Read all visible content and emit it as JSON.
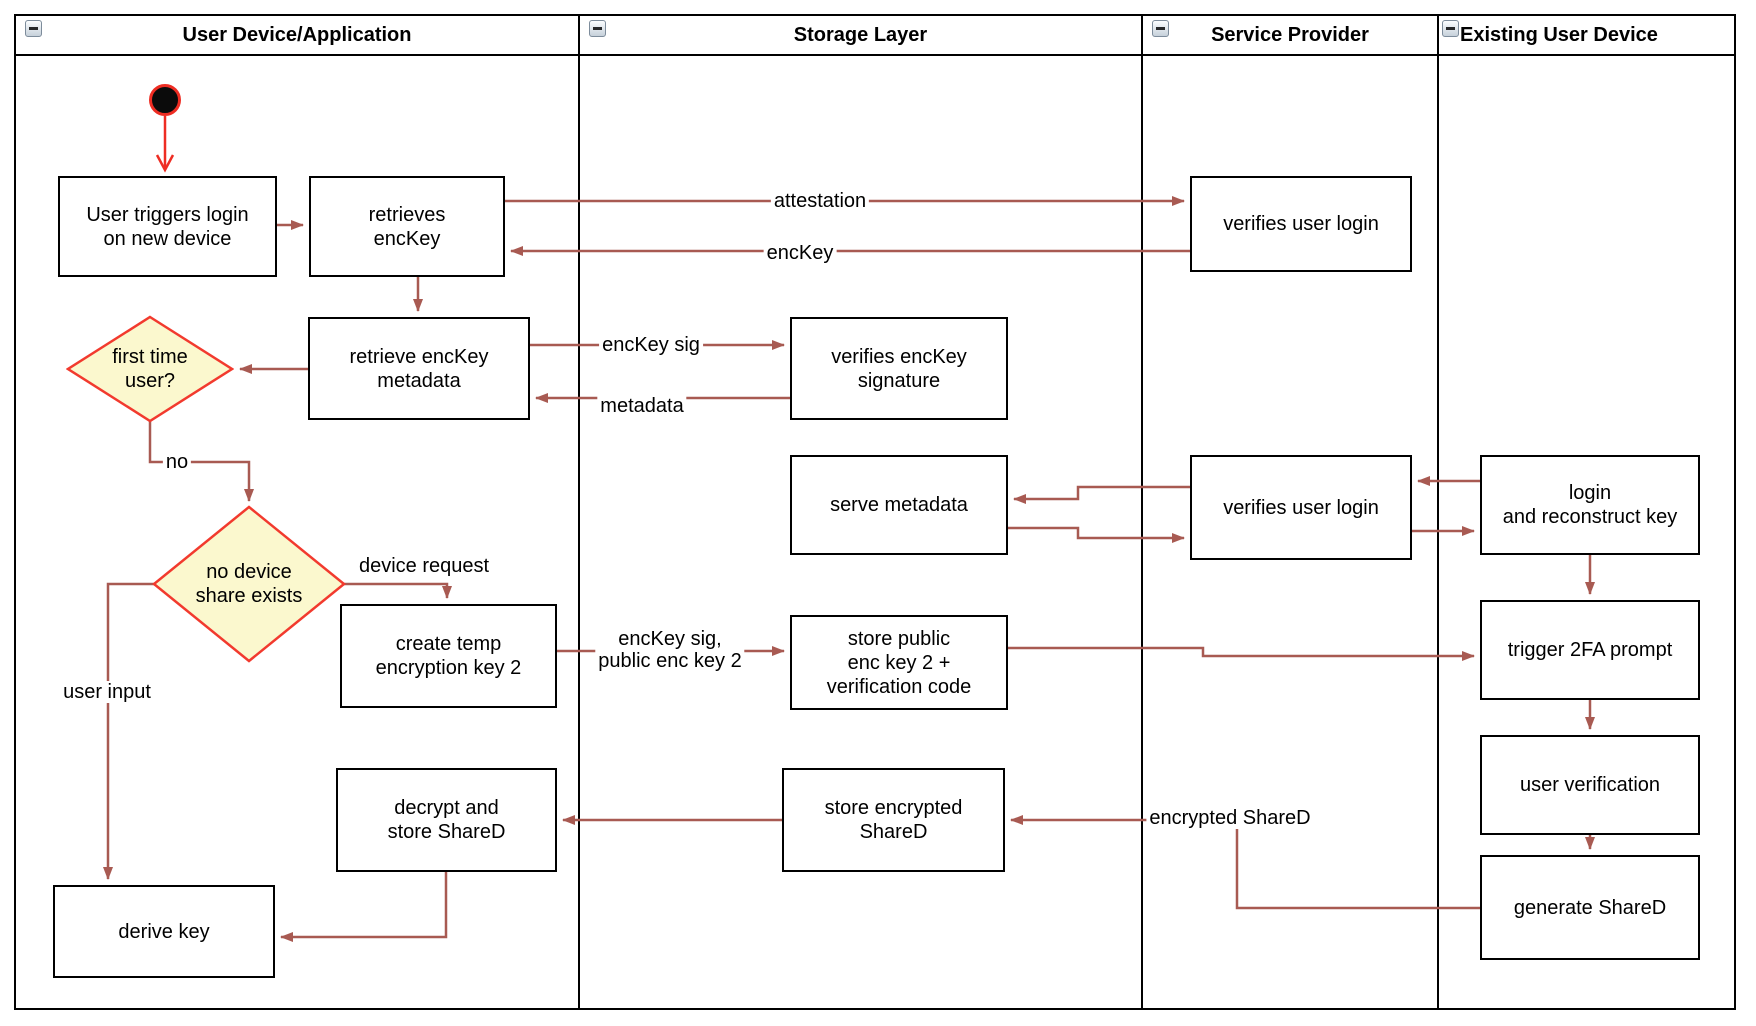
{
  "lanes": [
    {
      "title": "User Device/Application"
    },
    {
      "title": "Storage Layer"
    },
    {
      "title": "Service Provider"
    },
    {
      "title": "Existing User Device"
    }
  ],
  "nodes": {
    "user_triggers_login": {
      "label": "User triggers login\non new device"
    },
    "retrieves_enckey": {
      "label": "retrieves\nencKey"
    },
    "verifies_user_login_1": {
      "label": "verifies user login"
    },
    "retrieve_enckey_metadata": {
      "label": "retrieve encKey\nmetadata"
    },
    "verifies_enckey_signature": {
      "label": "verifies encKey\nsignature"
    },
    "first_time_user": {
      "label": "first time\nuser?"
    },
    "no_device_share_exists": {
      "label": "no device\nshare exists"
    },
    "create_temp_key": {
      "label": "create temp\nencryption key 2"
    },
    "serve_metadata": {
      "label": "serve metadata"
    },
    "store_public_key": {
      "label": "store public\nenc key 2 +\nverification code"
    },
    "verifies_user_login_2": {
      "label": "verifies user login"
    },
    "login_reconstruct": {
      "label": "login\nand reconstruct key"
    },
    "trigger_2fa": {
      "label": "trigger 2FA prompt"
    },
    "user_verification": {
      "label": "user verification"
    },
    "generate_shared": {
      "label": "generate ShareD"
    },
    "decrypt_store_shared": {
      "label": "decrypt and\nstore ShareD"
    },
    "store_encrypted_shared": {
      "label": "store encrypted\nShareD"
    },
    "derive_key": {
      "label": "derive key"
    }
  },
  "edge_labels": {
    "attestation": "attestation",
    "enckey": "encKey",
    "enckey_sig": "encKey sig",
    "metadata": "metadata",
    "no": "no",
    "device_request": "device request",
    "user_input": "user input",
    "enckey_sig_public": "encKey sig,\npublic enc key 2",
    "encrypted_shared": "encrypted ShareD"
  },
  "colors": {
    "arrow": "#A85A52",
    "accent_red": "#EE2D23",
    "diamond_fill": "#FBF8CE",
    "diamond_border": "#F23A2E",
    "box_border": "#000000"
  }
}
